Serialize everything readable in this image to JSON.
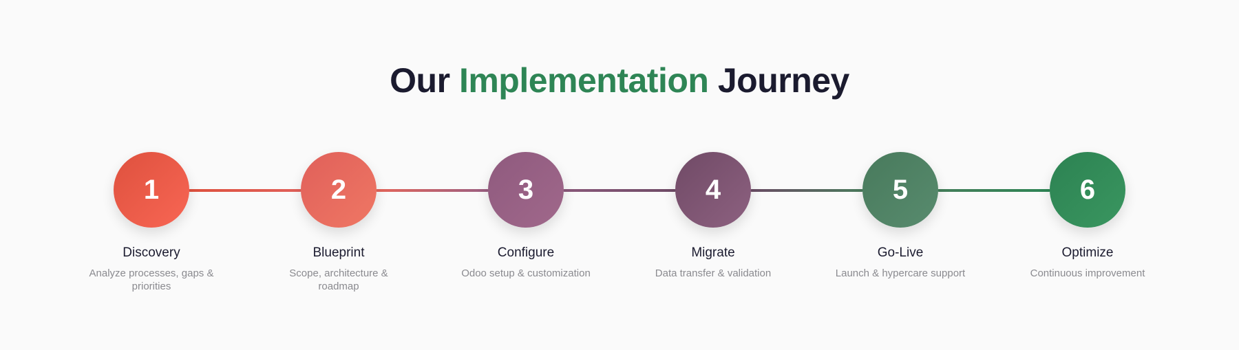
{
  "title": {
    "prefix": "Our",
    "highlight": "Implementation",
    "suffix": "Journey",
    "colors": {
      "dark": "#1b1b2f",
      "accent": "#2e8555"
    }
  },
  "steps": [
    {
      "number": "1",
      "title": "Discovery",
      "description": "Analyze processes, gaps & priorities",
      "color_start": "#de513e",
      "color_end": "#f86654"
    },
    {
      "number": "2",
      "title": "Blueprint",
      "description": "Scope, architecture & roadmap",
      "color_start": "#e0605a",
      "color_end": "#ef7764"
    },
    {
      "number": "3",
      "title": "Configure",
      "description": "Odoo setup & customization",
      "color_start": "#8f5a7e",
      "color_end": "#a0688b"
    },
    {
      "number": "4",
      "title": "Migrate",
      "description": "Data transfer & validation",
      "color_start": "#704a66",
      "color_end": "#8d6180"
    },
    {
      "number": "5",
      "title": "Go-Live",
      "description": "Launch & hypercare support",
      "color_start": "#487a5c",
      "color_end": "#588b6e"
    },
    {
      "number": "6",
      "title": "Optimize",
      "description": "Continuous improvement",
      "color_start": "#2c8252",
      "color_end": "#3a9660"
    }
  ],
  "connectors": [
    {
      "from": "#de513e",
      "to": "#e0605a"
    },
    {
      "from": "#e4655a",
      "to": "#9a5f82"
    },
    {
      "from": "#8a587a",
      "to": "#6e4b66"
    },
    {
      "from": "#6a4c64",
      "to": "#4a7a5c"
    },
    {
      "from": "#447e5a",
      "to": "#2e8555"
    }
  ]
}
